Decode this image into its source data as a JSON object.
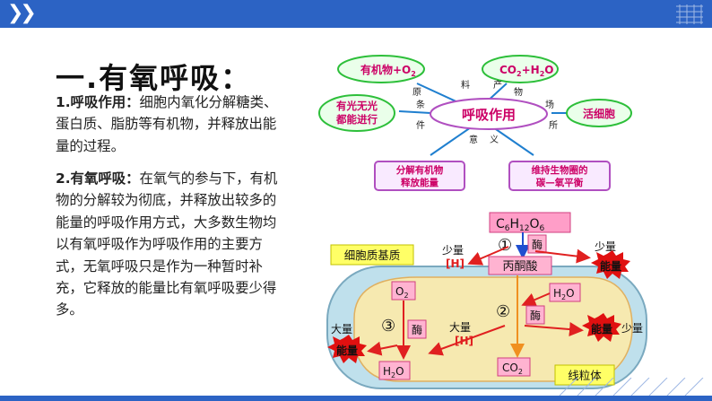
{
  "header": {
    "nav_glyph": "❯❯",
    "grid_icon": "grid-icon"
  },
  "title": "一.有氧呼吸：",
  "para1": {
    "term": "1.呼吸作用：",
    "text": "细胞内氧化分解糖类、蛋白质、脂肪等有机物，并释放出能量的过程。"
  },
  "para2": {
    "term": "2.有氧呼吸：",
    "text": "在氧气的参与下，有机物的分解较为彻底，并释放出较多的能量的呼吸作用方式，大多数生物均以有氧呼吸作为呼吸作用的主要方式，无氧呼吸只是作为一种暂时补充，它释放的能量比有氧呼吸要少得多。"
  },
  "concept_map": {
    "center": "呼吸作用",
    "material_left": "有机物+O",
    "material_left_sub": "2",
    "product_c": "CO",
    "product_c_sub": "2",
    "product_plus": "+H",
    "product_h_sub": "2",
    "product_o": "O",
    "condition": [
      "有光无光",
      "都能进行"
    ],
    "place": "活细胞",
    "meaning_left": [
      "分解有机物",
      "释放能量"
    ],
    "meaning_right": [
      "维持生物圈的",
      "碳—氧平衡"
    ],
    "label_yuan": "原",
    "label_liao": "料",
    "label_chan": "产",
    "label_wu": "物",
    "label_tiao": "条",
    "label_jian": "件",
    "label_chang": "场",
    "label_suo": "所",
    "label_yi": "意",
    "label_yi2": "义"
  },
  "process_diagram": {
    "glucose_c": "C",
    "glucose_c_sub": "6",
    "glucose_h": "H",
    "glucose_h_sub": "12",
    "glucose_o": "O",
    "glucose_o_sub": "6",
    "cytoplasm_label": "细胞质基质",
    "step1": "①",
    "step2": "②",
    "step3": "③",
    "enzyme": "酶",
    "pyruvate": "丙酮酸",
    "small_amount": "少量",
    "large_amount": "大量",
    "h_label": "[H]",
    "energy": "能量",
    "o2": "O",
    "o2_sub": "2",
    "h2o": "H",
    "h2o_sub": "2",
    "h2o_o": "O",
    "co2": "CO",
    "co2_sub": "2",
    "mitochondria_label": "线粒体"
  },
  "colors": {
    "accent": "#2c63c4",
    "cyto": "#ffff66",
    "mito_fill": "#f6e9b0",
    "mito_outer": "#bfe0ec"
  }
}
